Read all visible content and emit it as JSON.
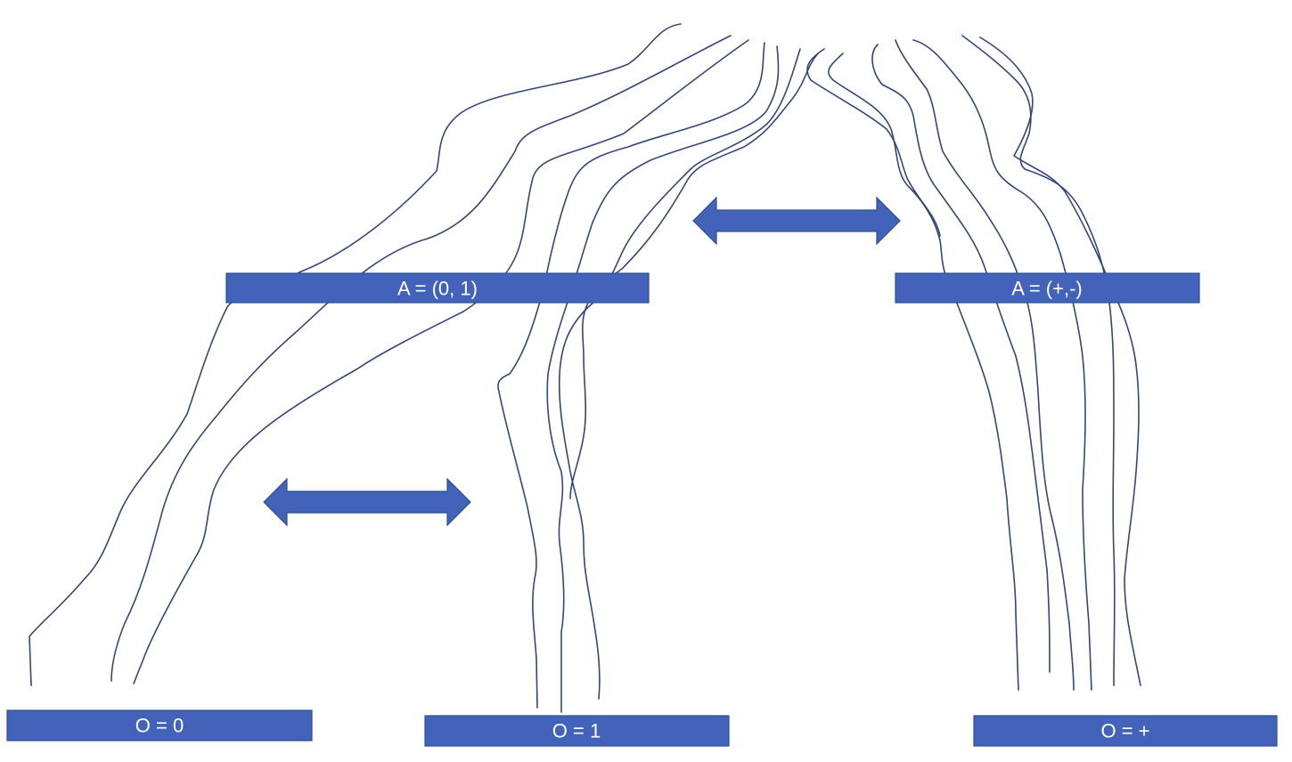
{
  "colors": {
    "box_fill": "#4263b9",
    "box_text": "#ffffff",
    "arrow_fill": "#4263b9",
    "line": "#34477a",
    "background": "#ffffff"
  },
  "boxes": {
    "a_binary": {
      "label": "A = (0, 1)"
    },
    "a_sign": {
      "label": "A = (+,-)"
    },
    "o_zero": {
      "label": "O = 0"
    },
    "o_one": {
      "label": "O = 1"
    },
    "o_plus": {
      "label": "O = +"
    }
  }
}
